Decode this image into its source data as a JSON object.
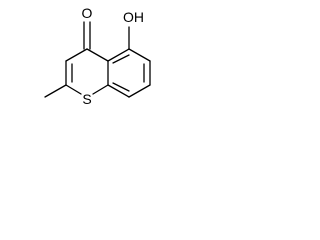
{
  "molecule": {
    "atoms": {
      "oxygen_carbonyl": "O",
      "hydroxyl": "OH",
      "sulfur": "S"
    }
  }
}
